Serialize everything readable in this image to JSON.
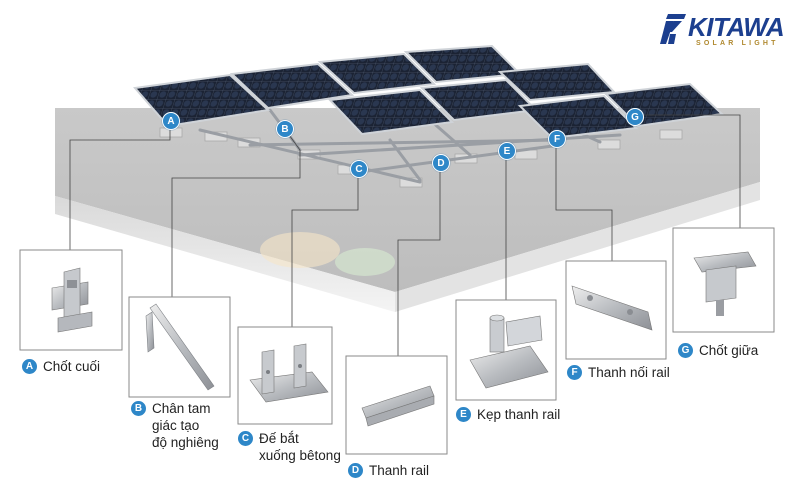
{
  "brand": {
    "name": "KITAWA",
    "tagline": "SOLAR LIGHT"
  },
  "colors": {
    "badge": "#2e87c8",
    "brand": "#1c3f8f",
    "brand_accent": "#b0892f"
  },
  "parts": [
    {
      "letter": "A",
      "lines": [
        "Chốt cuối"
      ]
    },
    {
      "letter": "B",
      "lines": [
        "Chân tam",
        "giác tạo",
        "độ nghiêng"
      ]
    },
    {
      "letter": "C",
      "lines": [
        "Đế bắt",
        "xuống bêtong"
      ]
    },
    {
      "letter": "D",
      "lines": [
        "Thanh rail"
      ]
    },
    {
      "letter": "E",
      "lines": [
        "Kẹp thanh rail"
      ]
    },
    {
      "letter": "F",
      "lines": [
        "Thanh nối rail"
      ]
    },
    {
      "letter": "G",
      "lines": [
        "Chốt giữa"
      ]
    }
  ]
}
